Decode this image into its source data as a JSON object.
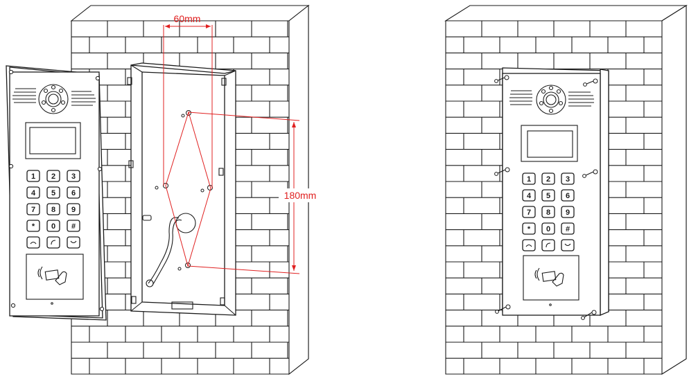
{
  "dimensions": {
    "horizontal": "60mm",
    "vertical": "180mm"
  },
  "keypad": {
    "keys": [
      "1",
      "2",
      "3",
      "4",
      "5",
      "6",
      "7",
      "8",
      "9",
      "*",
      "0",
      "#"
    ]
  },
  "colors": {
    "dimension": "#e02020",
    "line": "#1a1a1a",
    "background": "#ffffff"
  },
  "icons": [
    "camera-lens-icon",
    "speaker-grille-icon",
    "card-reader-icon",
    "screw-icon",
    "cable-icon",
    "call-key-icon"
  ]
}
